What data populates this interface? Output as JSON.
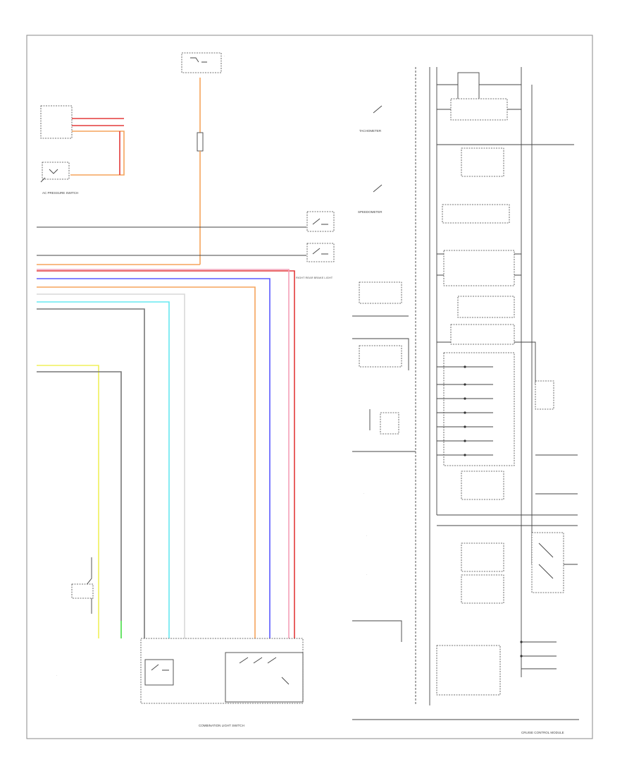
{
  "diagram": {
    "title": "",
    "labels": {
      "ac_pressure_switch": "AC PRESSURE SWITCH",
      "combination_light_switch": "COMBINATION LIGHT SWITCH",
      "cruise_control_module": "CRUISE CONTROL MODULE",
      "tachometer": "TACHOMETER",
      "speedometer": "SPEEDOMETER",
      "right_rear_brake_light": "RIGHT REAR BRAKE LIGHT"
    },
    "wire_colors": {
      "orange": "#f5a35c",
      "red": "#e33a3a",
      "pink": "#f4a0b8",
      "blue": "#5a5aff",
      "cyan": "#66e8f0",
      "gray": "#777777",
      "yellow": "#f0f05a",
      "green": "#44dd44",
      "black": "#333333"
    }
  }
}
